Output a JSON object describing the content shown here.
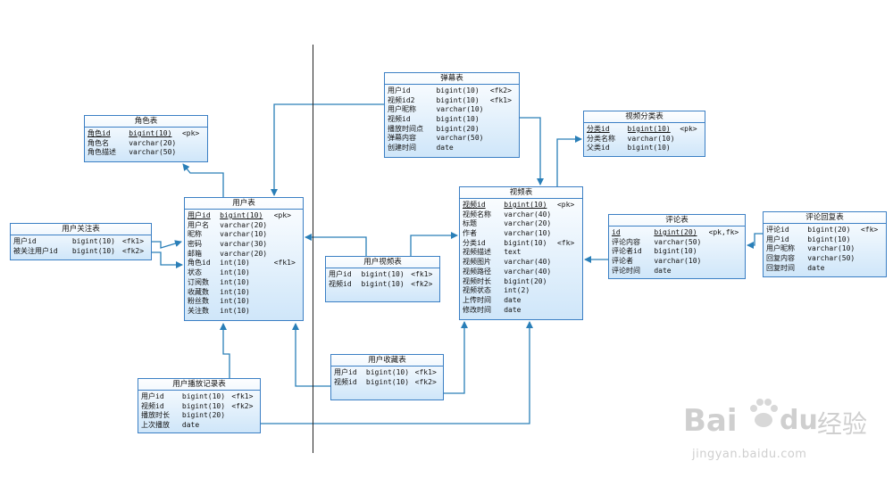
{
  "tables": {
    "danmu": {
      "title": "弹幕表",
      "rows": [
        [
          "用户id",
          "bigint(10)",
          "<fk2>"
        ],
        [
          "视频id2",
          "bigint(10)",
          "<fk1>"
        ],
        [
          "用户昵称",
          "varchar(10)",
          ""
        ],
        [
          "视频id",
          "bigint(10)",
          ""
        ],
        [
          "播放时间点",
          "bigint(20)",
          ""
        ],
        [
          "弹幕内容",
          "varchar(50)",
          ""
        ],
        [
          "创建时间",
          "date",
          ""
        ]
      ]
    },
    "role": {
      "title": "角色表",
      "rows": [
        [
          "角色id",
          "bigint(10)",
          "<pk>"
        ],
        [
          "角色名",
          "varchar(20)",
          ""
        ],
        [
          "角色描述",
          "varchar(50)",
          ""
        ]
      ]
    },
    "video_category": {
      "title": "视频分类表",
      "rows": [
        [
          "分类id",
          "bigint(10)",
          "<pk>"
        ],
        [
          "分类名称",
          "varchar(10)",
          ""
        ],
        [
          "父类id",
          "bigint(10)",
          ""
        ]
      ]
    },
    "user": {
      "title": "用户表",
      "rows": [
        [
          "用户id",
          "bigint(10)",
          "<pk>"
        ],
        [
          "用户名",
          "varchar(20)",
          ""
        ],
        [
          "昵称",
          "varchar(10)",
          ""
        ],
        [
          "密码",
          "varchar(30)",
          ""
        ],
        [
          "邮箱",
          "varchar(20)",
          ""
        ],
        [
          "角色id",
          "int(10)",
          "<fk1>"
        ],
        [
          "状态",
          "int(10)",
          ""
        ],
        [
          "订阅数",
          "int(10)",
          ""
        ],
        [
          "收藏数",
          "int(10)",
          ""
        ],
        [
          "粉丝数",
          "int(10)",
          ""
        ],
        [
          "关注数",
          "int(10)",
          ""
        ]
      ]
    },
    "video": {
      "title": "视频表",
      "rows": [
        [
          "视频id",
          "bigint(10)",
          "<pk>"
        ],
        [
          "视频名称",
          "varchar(40)",
          ""
        ],
        [
          "标题",
          "varchar(20)",
          ""
        ],
        [
          "作者",
          "varchar(10)",
          ""
        ],
        [
          "分类id",
          "bigint(10)",
          "<fk>"
        ],
        [
          "视频描述",
          "text",
          ""
        ],
        [
          "视频图片",
          "varchar(40)",
          ""
        ],
        [
          "视频路径",
          "varchar(40)",
          ""
        ],
        [
          "视频时长",
          "bigint(20)",
          ""
        ],
        [
          "视频状态",
          "int(2)",
          ""
        ],
        [
          "上传时间",
          "date",
          ""
        ],
        [
          "修改时间",
          "date",
          ""
        ]
      ]
    },
    "comment": {
      "title": "评论表",
      "rows": [
        [
          "id",
          "bigint(20)",
          "<pk,fk>"
        ],
        [
          "评论内容",
          "varchar(50)",
          ""
        ],
        [
          "评论者id",
          "bigint(10)",
          ""
        ],
        [
          "评论者",
          "varchar(10)",
          ""
        ],
        [
          "评论时间",
          "date",
          ""
        ]
      ]
    },
    "reply": {
      "title": "评论回复表",
      "rows": [
        [
          "评论id",
          "bigint(20)",
          "<fk>"
        ],
        [
          "用户id",
          "bigint(10)",
          ""
        ],
        [
          "用户昵称",
          "varchar(10)",
          ""
        ],
        [
          "回复内容",
          "varchar(50)",
          ""
        ],
        [
          "回复时间",
          "date",
          ""
        ]
      ]
    },
    "follow": {
      "title": "用户关注表",
      "rows": [
        [
          "用户id",
          "bigint(10)",
          "<fk1>"
        ],
        [
          "被关注用户id",
          "bigint(10)",
          "<fk2>"
        ]
      ]
    },
    "user_video": {
      "title": "用户视频表",
      "rows": [
        [
          "用户id",
          "bigint(10)",
          "<fk1>"
        ],
        [
          "视频id",
          "bigint(10)",
          "<fk2>"
        ]
      ]
    },
    "favorite": {
      "title": "用户收藏表",
      "rows": [
        [
          "用户id",
          "bigint(10)",
          "<fk1>"
        ],
        [
          "视频id",
          "bigint(10)",
          "<fk2>"
        ]
      ]
    },
    "play_record": {
      "title": "用户播放记录表",
      "rows": [
        [
          "用户id",
          "bigint(10)",
          "<fk1>"
        ],
        [
          "视频id",
          "bigint(10)",
          "<fk2>"
        ],
        [
          "播放时长",
          "bigint(20)",
          ""
        ],
        [
          "上次播放",
          "date",
          ""
        ]
      ]
    }
  },
  "watermark": {
    "brand": "Bai",
    "brand2": "du",
    "suffix": "经验",
    "url": "jingyan.baidu.com"
  },
  "colors": {
    "line": "#2a7fb8",
    "border": "#3b7fc4"
  }
}
